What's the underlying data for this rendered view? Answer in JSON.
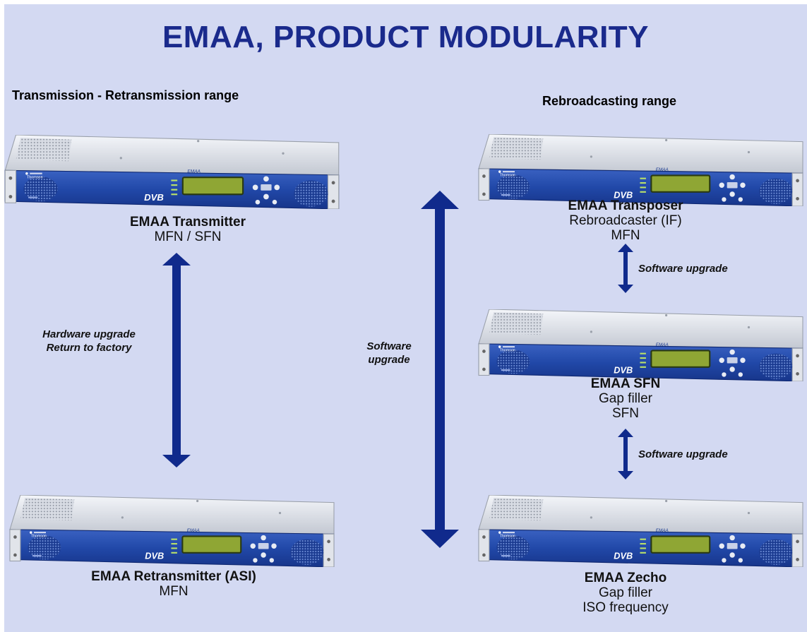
{
  "title": "EMAA, PRODUCT MODULARITY",
  "left_heading": "Transmission - Retransmission range",
  "right_heading": "Rebroadcasting range",
  "device": {
    "brand": "Thomson",
    "model": "EMAA",
    "logo": "DVB"
  },
  "products": {
    "transmitter": {
      "name": "EMAA Transmitter",
      "line1": "MFN / SFN"
    },
    "retransmitter": {
      "name": "EMAA Retransmitter (ASI)",
      "line1": "MFN"
    },
    "transposer": {
      "name": "EMAA Transposer",
      "line1": "Rebroadcaster (IF)",
      "line2": "MFN"
    },
    "sfn": {
      "name": "EMAA SFN",
      "line1": "Gap filler",
      "line2": "SFN"
    },
    "zecho": {
      "name": "EMAA Zecho",
      "line1": "Gap filler",
      "line2": "ISO frequency"
    }
  },
  "notes": {
    "hardware_upgrade": "Hardware upgrade",
    "return_to_factory": "Return to factory",
    "software": "Software",
    "upgrade": "upgrade",
    "software_upgrade_1": "Software upgrade",
    "software_upgrade_2": "Software upgrade"
  },
  "colors": {
    "background": "#d3d9f2",
    "title": "#1a2a8c",
    "arrow": "#102a8c",
    "panel": "#1f47a8"
  }
}
